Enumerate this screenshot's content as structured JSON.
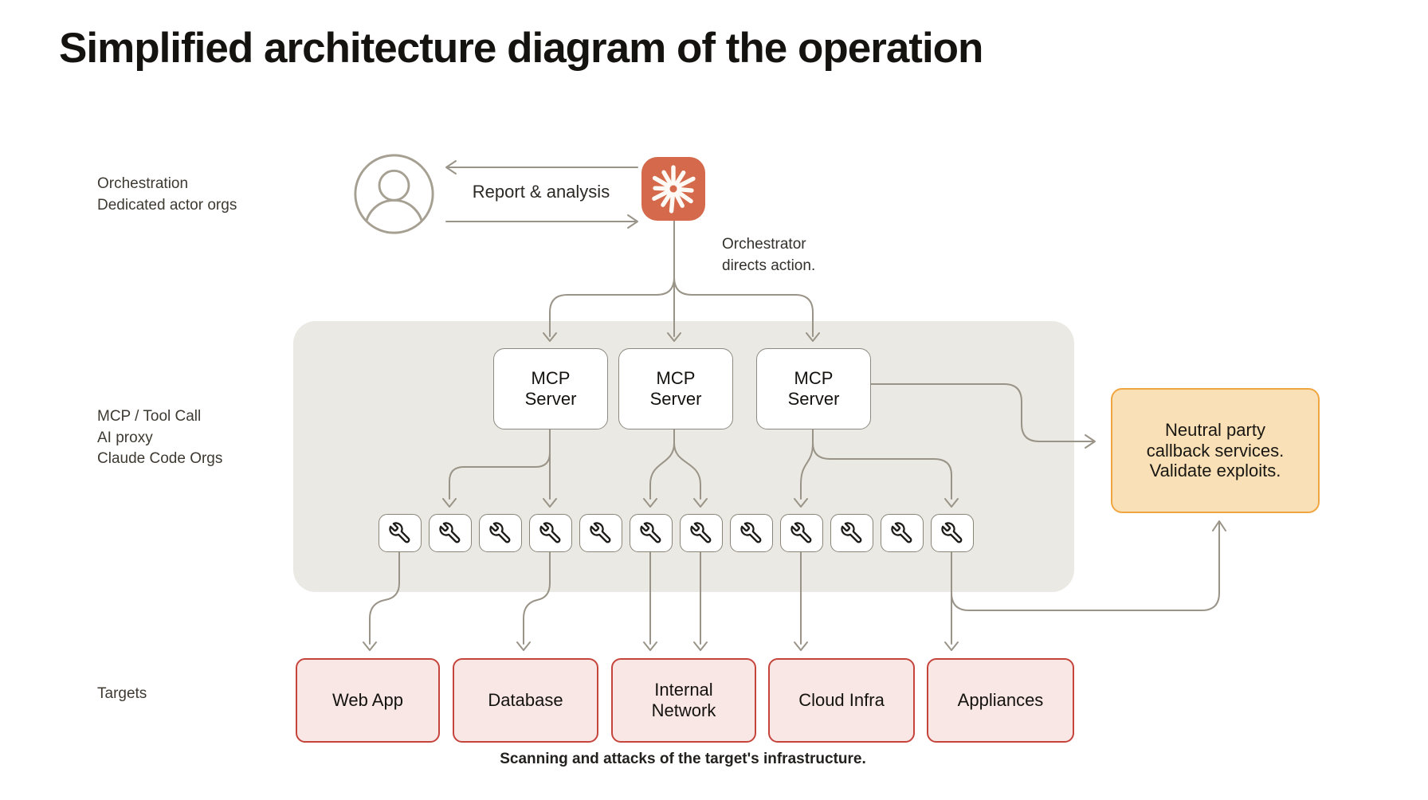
{
  "title": "Simplified architecture diagram of the operation",
  "row_labels": {
    "orchestration": "Orchestration\nDedicated actor orgs",
    "mcp": "MCP / Tool Call\nAI proxy\nClaude Code Orgs",
    "targets": "Targets"
  },
  "orchestration": {
    "report_label": "Report & analysis",
    "orchestrator_note": "Orchestrator\ndirects action."
  },
  "mcp": {
    "servers": [
      {
        "label": "MCP\nServer"
      },
      {
        "label": "MCP\nServer"
      },
      {
        "label": "MCP\nServer"
      }
    ],
    "tool_count": 12
  },
  "callback_box": {
    "label": "Neutral party\ncallback services.\nValidate exploits."
  },
  "targets": [
    {
      "label": "Web App"
    },
    {
      "label": "Database"
    },
    {
      "label": "Internal\nNetwork"
    },
    {
      "label": "Cloud Infra"
    },
    {
      "label": "Appliances"
    }
  ],
  "caption": "Scanning and attacks of the target's infrastructure.",
  "colors": {
    "claude_orange": "#d5694b",
    "panel_grey": "#ebe9e3",
    "callback_fill": "#fae0b6",
    "callback_border": "#f0a640",
    "target_fill": "#f8e7e4",
    "target_border": "#c5443c",
    "line_grey": "#9a9488"
  }
}
